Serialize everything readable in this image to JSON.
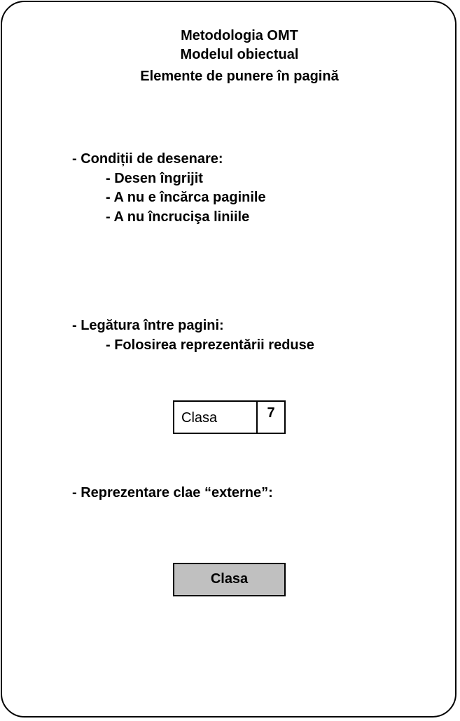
{
  "title": {
    "line1": "Metodologia OMT",
    "line2": "Modelul obiectual",
    "line3": "Elemente de punere în pagină"
  },
  "section1": {
    "heading": "- Condiții de desenare:",
    "items": [
      "- Desen îngrijit",
      "- A nu e încărca paginile",
      "- A nu încrucişa liniile"
    ]
  },
  "section2": {
    "heading": "- Legătura între pagini:",
    "items": [
      "- Folosirea reprezentării reduse"
    ]
  },
  "reduced_class": {
    "name": "Clasa",
    "page": "7"
  },
  "section3": {
    "heading": "- Reprezentare clae “externe”:"
  },
  "external_class": {
    "name": "Clasa",
    "fill": "#c0c0c0"
  }
}
